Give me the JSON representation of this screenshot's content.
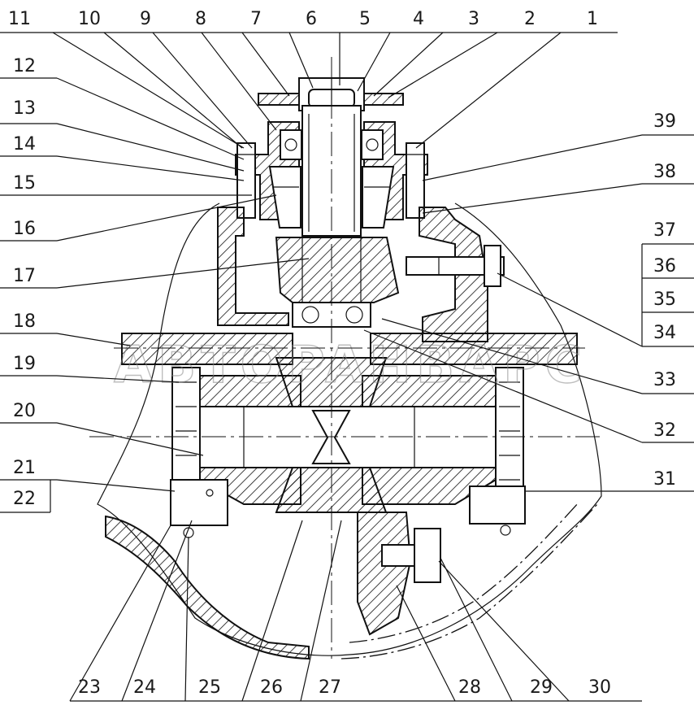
{
  "diagram": {
    "callouts_top": [
      "11",
      "10",
      "9",
      "8",
      "7",
      "6",
      "5",
      "4",
      "3",
      "2",
      "1"
    ],
    "callouts_left": [
      "12",
      "13",
      "14",
      "15",
      "16",
      "17",
      "18",
      "19",
      "20",
      "21",
      "22"
    ],
    "callouts_right": [
      "39",
      "38",
      "37",
      "36",
      "35",
      "34",
      "33",
      "32",
      "31"
    ],
    "callouts_bottom": [
      "23",
      "24",
      "25",
      "26",
      "27",
      "28",
      "29",
      "30"
    ],
    "watermark": "ABTOPAHBAPC"
  }
}
